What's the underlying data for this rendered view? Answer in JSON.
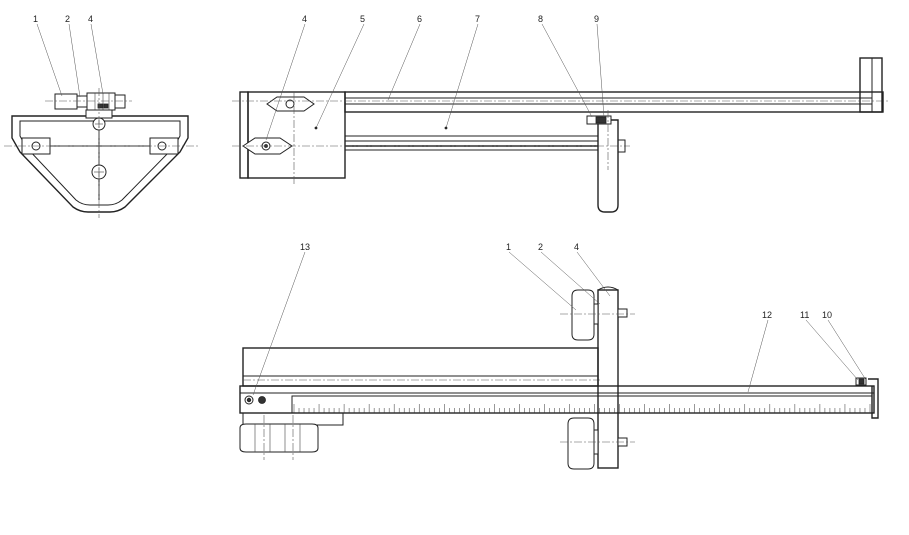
{
  "callouts": {
    "tl1": "1",
    "tl2": "2",
    "tl4": "4",
    "t4": "4",
    "t5": "5",
    "t6": "6",
    "t7": "7",
    "t8": "8",
    "t9": "9",
    "b13": "13",
    "b1": "1",
    "b2": "2",
    "b4": "4",
    "b12": "12",
    "b11": "11",
    "b10": "10"
  }
}
